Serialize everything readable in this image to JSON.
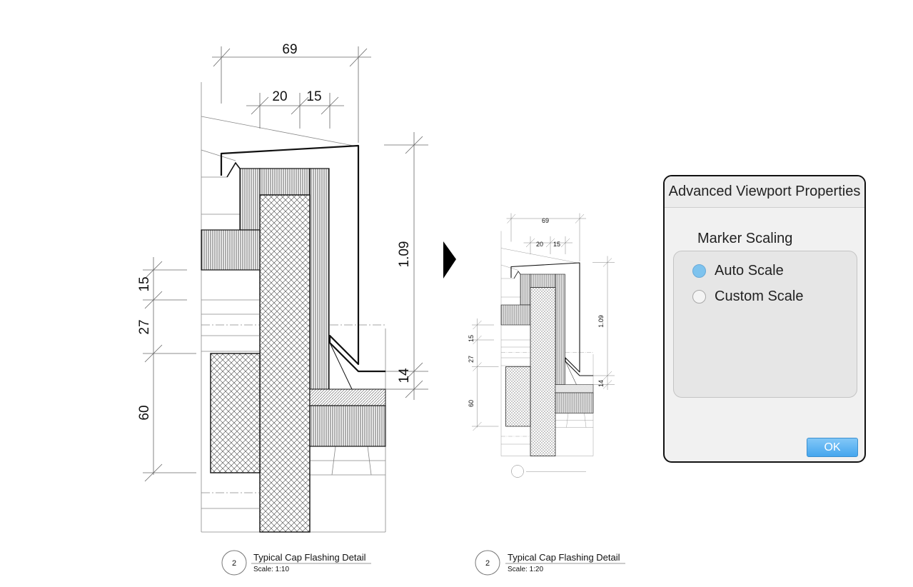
{
  "large_detail": {
    "dims": {
      "top_total": "69",
      "top_a": "20",
      "top_b": "15",
      "height": "1.09",
      "lower": "14",
      "left_a": "15",
      "left_b": "27",
      "left_c": "60"
    },
    "marker_number": "2",
    "title": "Typical Cap Flashing Detail",
    "scale": "Scale: 1:10"
  },
  "small_detail": {
    "dims": {
      "top_total": "69",
      "top_a": "20",
      "top_b": "15",
      "height": "1.09",
      "lower": "14",
      "left_a": "15",
      "left_b": "27",
      "left_c": "60"
    },
    "marker_number": "2",
    "title": "Typical Cap Flashing Detail",
    "scale": "Scale: 1:20"
  },
  "dialog": {
    "title": "Advanced Viewport Properties",
    "section_heading": "Marker Scaling",
    "options": [
      {
        "label": "Auto Scale",
        "selected": true
      },
      {
        "label": "Custom Scale",
        "selected": false
      }
    ],
    "ok_label": "OK",
    "selected_color": "#7ec3ee"
  },
  "arrow_icon": "right-triangle-arrow"
}
